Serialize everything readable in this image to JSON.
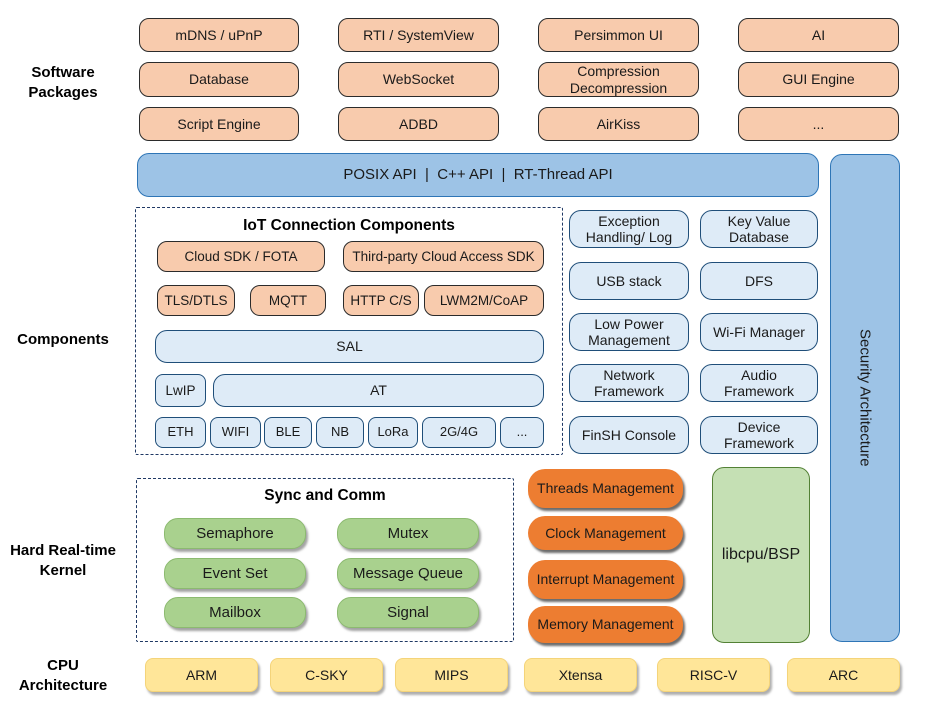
{
  "side_labels": {
    "software": "Software Packages",
    "components": "Components",
    "kernel": "Hard Real-time Kernel",
    "cpu": "CPU Architecture"
  },
  "software_packages": {
    "items": [
      "mDNS / uPnP",
      "RTI / SystemView",
      "Persimmon UI",
      "AI",
      "Database",
      "WebSocket",
      "Compression Decompression",
      "GUI Engine",
      "Script Engine",
      "ADBD",
      "AirKiss",
      "..."
    ]
  },
  "api_bar": {
    "label": "POSIX API  |  C++ API  |  RT-Thread API"
  },
  "security_bar": {
    "label": "Security Architecture"
  },
  "iot": {
    "title": "IoT Connection Components",
    "sdk": [
      "Cloud SDK / FOTA",
      "Third-party Cloud Access SDK"
    ],
    "protocols": [
      "TLS/DTLS",
      "MQTT",
      "HTTP C/S",
      "LWM2M/CoAP"
    ],
    "sal": "SAL",
    "lwip": "LwIP",
    "at": "AT",
    "links": [
      "ETH",
      "WIFI",
      "BLE",
      "NB",
      "LoRa",
      "2G/4G",
      "..."
    ]
  },
  "component_boxes": [
    "Exception Handling/ Log",
    "Key Value Database",
    "USB stack",
    "DFS",
    "Low Power Management",
    "Wi-Fi Manager",
    "Network Framework",
    "Audio Framework",
    "FinSH Console",
    "Device Framework"
  ],
  "kernel": {
    "sync_title": "Sync and Comm",
    "sync_items": [
      "Semaphore",
      "Mutex",
      "Event Set",
      "Message Queue",
      "Mailbox",
      "Signal"
    ],
    "mgmt": [
      "Threads Management",
      "Clock Management",
      "Interrupt Management",
      "Memory Management"
    ],
    "libcpu": "libcpu/BSP"
  },
  "cpu_architectures": [
    "ARM",
    "C-SKY",
    "MIPS",
    "Xtensa",
    "RISC-V",
    "ARC"
  ],
  "colors": {
    "package_fill": "#F8CBAD",
    "api_fill": "#9DC3E6",
    "api_border": "#2E75B6",
    "component_fill": "#DEEBF7",
    "component_border": "#1F4E79",
    "sync_fill": "#A9D18E",
    "mgmt_fill": "#ED7D31",
    "libcpu_fill": "#C5E0B4",
    "libcpu_border": "#538135",
    "cpu_fill": "#FFE699",
    "dash_border": "#1F3864"
  }
}
